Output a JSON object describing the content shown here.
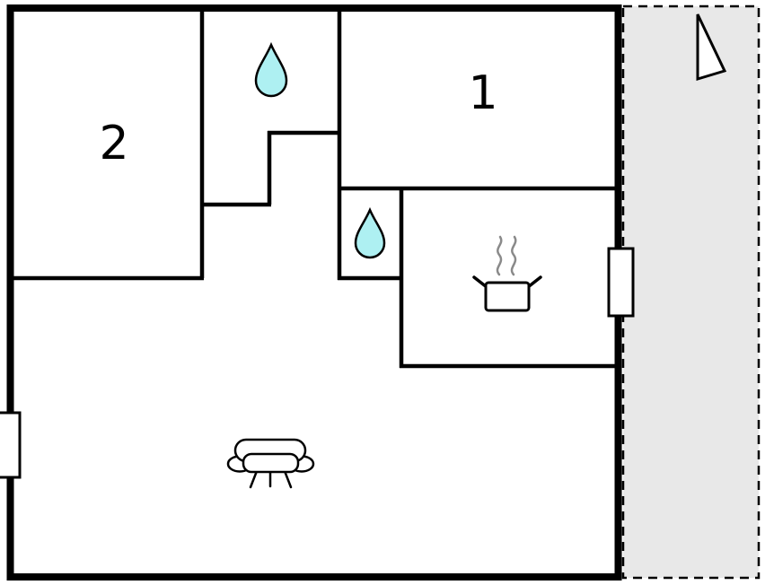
{
  "document": {
    "type": "floor-plan",
    "description": "Apartment floor plan with two numbered rooms, two bathrooms, kitchen, living room, and terrace"
  },
  "rooms": {
    "room1": {
      "label": "1"
    },
    "room2": {
      "label": "2"
    }
  },
  "icons": {
    "north_arrow": "compass-north-triangle",
    "water_drop": "bathroom-water-drop",
    "cooking_pot": "kitchen-pot-with-steam",
    "sofa": "living-room-sofa",
    "window": "wall-window-rectangle"
  },
  "colors": {
    "wall": "#000000",
    "water_drop": "#aef0f2",
    "terrace_fill": "#e8e8e8",
    "steam": "#8a8a8a",
    "background": "#ffffff"
  }
}
